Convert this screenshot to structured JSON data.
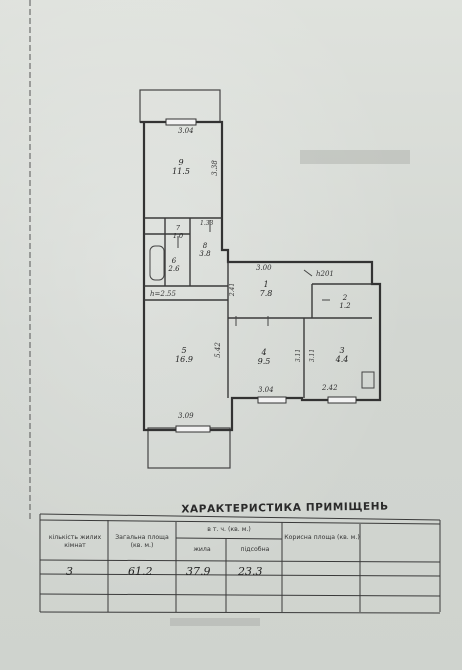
{
  "document": {
    "section_title": "ХАРАКТЕРИСТИКА ПРИМІЩЕНЬ"
  },
  "table": {
    "headers": {
      "rooms_count": "кількість жилих кімнат",
      "total_area": "Загальна площа (кв. м.)",
      "including": "в т. ч. (кв. м.)",
      "living": "жила",
      "auxiliary": "підсобна",
      "useful": "Корисна площа (кв. м.)"
    },
    "values": {
      "rooms_count": "3",
      "total_area": "61.2",
      "living": "37.9",
      "auxiliary": "23.3"
    }
  },
  "floor_plan": {
    "rooms": [
      {
        "number": "9",
        "area": "11.5"
      },
      {
        "number": "7",
        "area": "1.0"
      },
      {
        "number": "8",
        "area": "3.8"
      },
      {
        "number": "6",
        "area": "2.6"
      },
      {
        "number": "1",
        "area": "7.8"
      },
      {
        "number": "2",
        "area": "1.2"
      },
      {
        "number": "5",
        "area": "16.9"
      },
      {
        "number": "4",
        "area": "9.5"
      },
      {
        "number": "3",
        "area": "4.4"
      }
    ],
    "dimensions": {
      "top_room9": "3.04",
      "side_room9": "3.38",
      "corridor_w": "1.33",
      "room1_top": "3.00",
      "height_label": "h=2.55",
      "h201": "h201",
      "room1_side": "2.41",
      "room5_side": "5.42",
      "room4_bottom": "3.04",
      "room3_bottom": "2.42",
      "room5_bottom": "3.09",
      "room4_side": "3.11",
      "room3_side": "3.11"
    }
  }
}
